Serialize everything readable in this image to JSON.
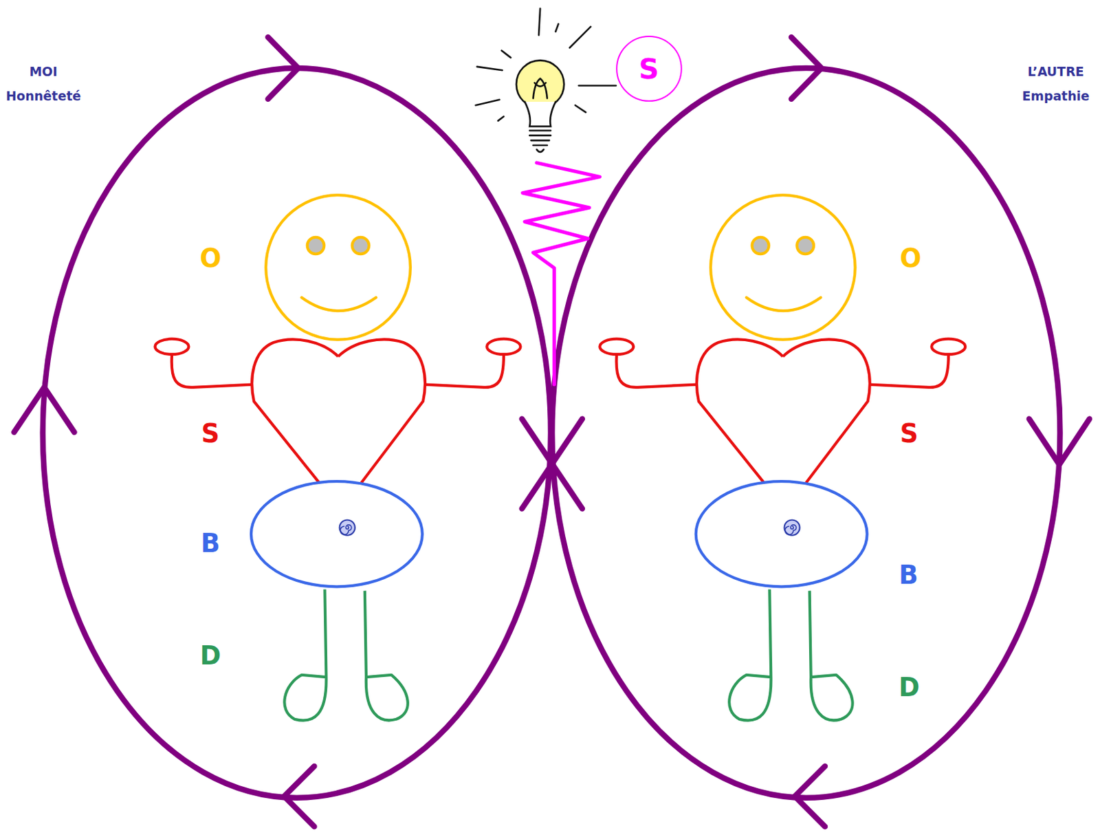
{
  "diagram": {
    "nodes": [
      {
        "text": [
          "S"
        ]
      }
    ],
    "labels": [
      "MOI",
      "Honnêteté",
      "O",
      "S",
      "B",
      "D",
      "O",
      "S",
      "B",
      "D",
      "L’AUTRE",
      "Empathie"
    ]
  }
}
